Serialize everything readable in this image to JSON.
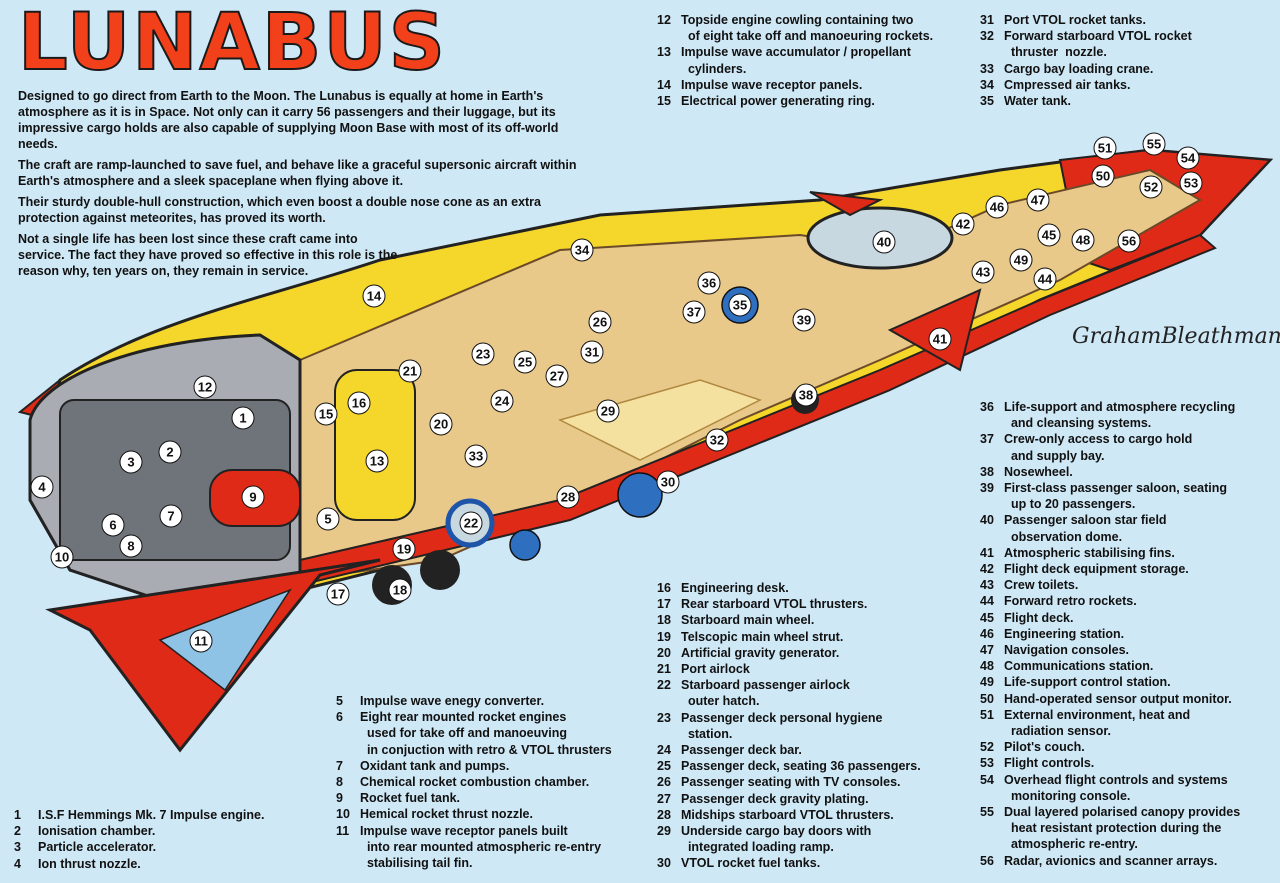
{
  "title": "LUNABUS",
  "signature": "GrahamBleathman",
  "intro": [
    "Designed to go direct from Earth to the Moon. The Lunabus is equally at home in Earth's atmosphere as it is in Space. Not only can it carry 56 passengers and their luggage, but its impressive cargo holds are also capable of supplying Moon Base with most of its off-world needs.",
    "The craft are ramp-launched to save fuel, and behave like a graceful supersonic aircraft within Earth's atmosphere and a sleek spaceplane when flying above it.",
    "Their sturdy double-hull construction, which even boost a double nose cone as an extra protection against meteorites, has proved its worth.",
    "Not a single life has been lost since these craft came into service. The fact they have proved so effective in this role is the reason why, ten years on, they remain in service."
  ],
  "legend_groups": {
    "top_middle": [
      {
        "n": "12",
        "t": "Topside engine cowling containing two\n  of eight take off and manoeuring rockets."
      },
      {
        "n": "13",
        "t": "Impulse wave accumulator / propellant\n  cylinders."
      },
      {
        "n": "14",
        "t": "Impulse wave receptor panels."
      },
      {
        "n": "15",
        "t": "Electrical power generating ring."
      }
    ],
    "top_right": [
      {
        "n": "31",
        "t": "Port VTOL rocket tanks."
      },
      {
        "n": "32",
        "t": "Forward starboard VTOL rocket\n  thruster  nozzle."
      },
      {
        "n": "33",
        "t": "Cargo bay loading crane."
      },
      {
        "n": "34",
        "t": "Cmpressed air tanks."
      },
      {
        "n": "35",
        "t": "Water tank."
      }
    ],
    "right": [
      {
        "n": "36",
        "t": "Life-support and atmosphere recycling\n  and cleansing systems."
      },
      {
        "n": "37",
        "t": "Crew-only access to cargo hold\n  and supply bay."
      },
      {
        "n": "38",
        "t": "Nosewheel."
      },
      {
        "n": "39",
        "t": "First-class passenger saloon, seating\n  up to 20 passengers."
      },
      {
        "n": "40",
        "t": "Passenger saloon star field\n  observation dome."
      },
      {
        "n": "41",
        "t": "Atmospheric stabilising fins."
      },
      {
        "n": "42",
        "t": "Flight deck equipment storage."
      },
      {
        "n": "43",
        "t": "Crew toilets."
      },
      {
        "n": "44",
        "t": "Forward retro rockets."
      },
      {
        "n": "45",
        "t": "Flight deck."
      },
      {
        "n": "46",
        "t": "Engineering station."
      },
      {
        "n": "47",
        "t": "Navigation consoles."
      },
      {
        "n": "48",
        "t": "Communications station."
      },
      {
        "n": "49",
        "t": "Life-support control station."
      },
      {
        "n": "50",
        "t": "Hand-operated sensor output monitor."
      },
      {
        "n": "51",
        "t": "External environment, heat and\n  radiation sensor."
      },
      {
        "n": "52",
        "t": "Pilot's couch."
      },
      {
        "n": "53",
        "t": "Flight controls."
      },
      {
        "n": "54",
        "t": "Overhead flight controls and systems\n  monitoring console."
      },
      {
        "n": "55",
        "t": "Dual layered polarised canopy provides\n  heat resistant protection during the\n  atmospheric re-entry."
      },
      {
        "n": "56",
        "t": "Radar, avionics and scanner arrays."
      }
    ],
    "bottom_middle": [
      {
        "n": "16",
        "t": "Engineering desk."
      },
      {
        "n": "17",
        "t": "Rear starboard VTOL thrusters."
      },
      {
        "n": "18",
        "t": "Starboard main wheel."
      },
      {
        "n": "19",
        "t": "Telscopic main wheel strut."
      },
      {
        "n": "20",
        "t": "Artificial gravity generator."
      },
      {
        "n": "21",
        "t": "Port airlock"
      },
      {
        "n": "22",
        "t": "Starboard passenger airlock\n  outer hatch."
      },
      {
        "n": "23",
        "t": "Passenger deck personal hygiene\n  station."
      },
      {
        "n": "24",
        "t": "Passenger deck bar."
      },
      {
        "n": "25",
        "t": "Passenger deck, seating 36 passengers."
      },
      {
        "n": "26",
        "t": "Passenger seating with TV consoles."
      },
      {
        "n": "27",
        "t": "Passenger deck gravity plating."
      },
      {
        "n": "28",
        "t": "Midships starboard VTOL thrusters."
      },
      {
        "n": "29",
        "t": "Underside cargo bay doors with\n  integrated loading ramp."
      },
      {
        "n": "30",
        "t": "VTOL rocket fuel tanks."
      }
    ],
    "bottom_center": [
      {
        "n": "5",
        "t": "Impulse wave enegy converter."
      },
      {
        "n": "6",
        "t": "Eight rear mounted rocket engines\n  used for take off and manoeuving\n  in conjuction with retro & VTOL thrusters"
      },
      {
        "n": "7",
        "t": "Oxidant tank and pumps."
      },
      {
        "n": "8",
        "t": "Chemical rocket combustion chamber."
      },
      {
        "n": "9",
        "t": "Rocket fuel tank."
      },
      {
        "n": "10",
        "t": "Hemical rocket thrust nozzle."
      },
      {
        "n": "11",
        "t": "Impulse wave receptor panels built\n  into rear mounted atmospheric re-entry\n  stabilising tail fin."
      }
    ],
    "bottom_left": [
      {
        "n": "1",
        "t": "I.S.F Hemmings Mk. 7 Impulse engine."
      },
      {
        "n": "2",
        "t": "Ionisation chamber."
      },
      {
        "n": "3",
        "t": "Particle accelerator."
      },
      {
        "n": "4",
        "t": "Ion thrust nozzle."
      }
    ]
  },
  "callouts": [
    "1",
    "2",
    "3",
    "4",
    "5",
    "6",
    "7",
    "8",
    "9",
    "10",
    "11",
    "12",
    "13",
    "14",
    "15",
    "16",
    "17",
    "18",
    "19",
    "20",
    "21",
    "22",
    "23",
    "24",
    "25",
    "26",
    "27",
    "28",
    "29",
    "30",
    "31",
    "32",
    "33",
    "34",
    "35",
    "36",
    "37",
    "38",
    "39",
    "40",
    "41",
    "42",
    "43",
    "44",
    "45",
    "46",
    "47",
    "48",
    "49",
    "50",
    "51",
    "52",
    "53",
    "54",
    "55",
    "56"
  ],
  "colors": {
    "background": "#cfe8f6",
    "hull_yellow": "#f5d62a",
    "hull_red": "#e02a18",
    "hull_grey": "#a9adb3",
    "title_red": "#f2401a"
  }
}
